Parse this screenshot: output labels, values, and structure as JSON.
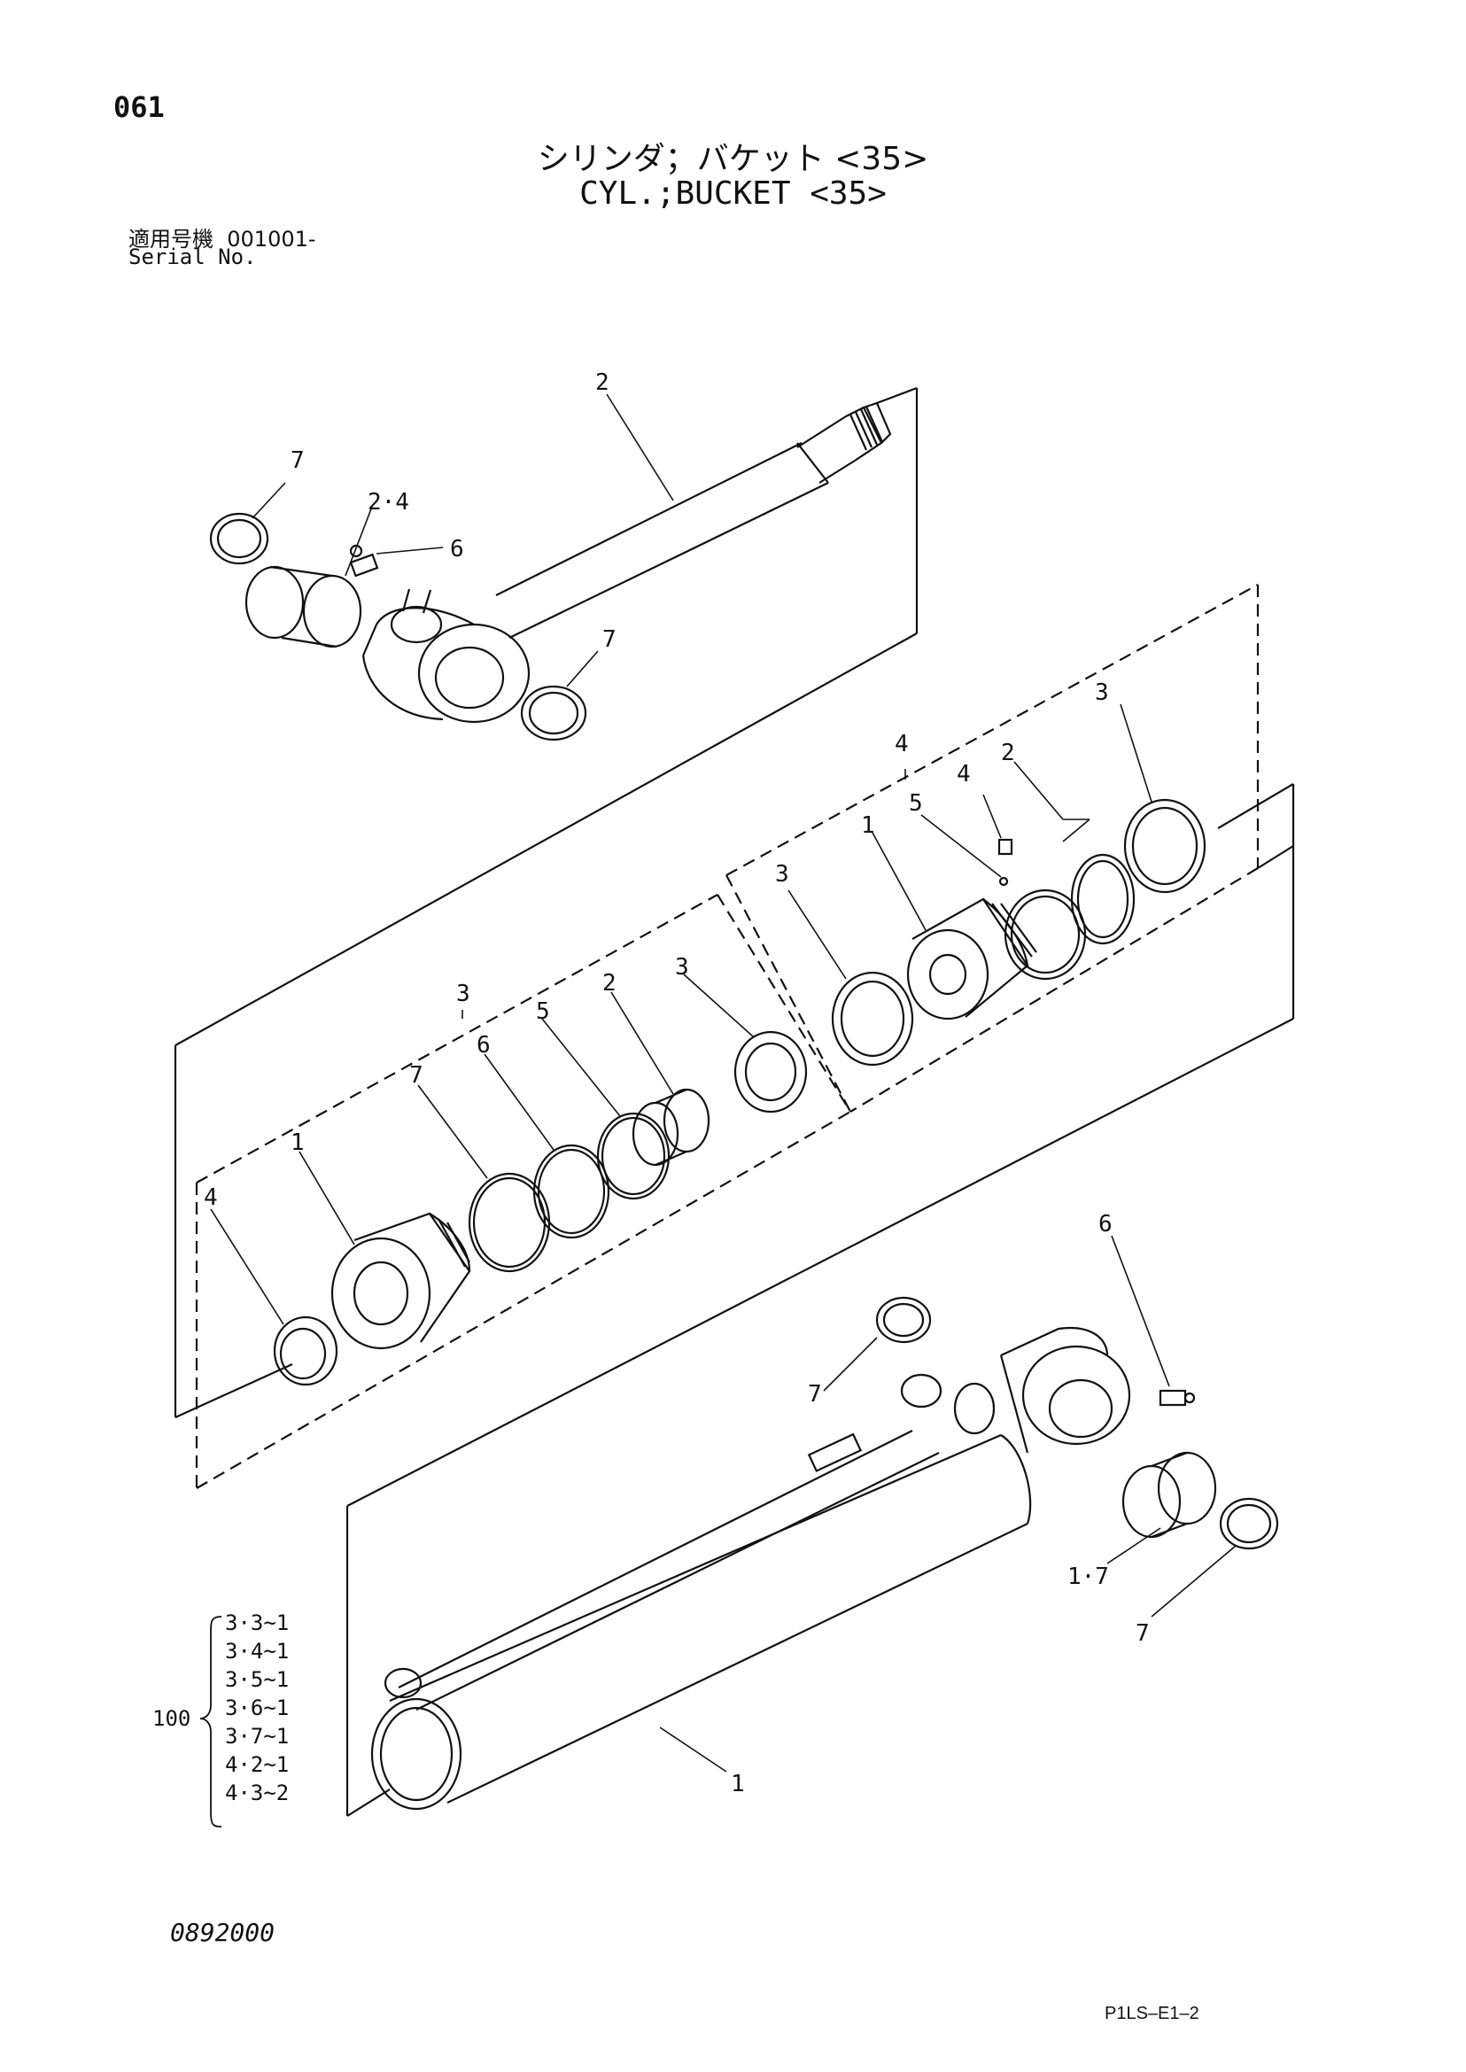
{
  "header": {
    "page_number": "061",
    "title_jp": "シリンダ；バケット <35>",
    "title_en": "CYL.;BUCKET <35>",
    "serial_label_jp": "適用号機",
    "serial_value": "001001-",
    "serial_label_en": "Serial No."
  },
  "callouts": {
    "rod": "2",
    "rod_seal_left": "7",
    "rod_bushing": "2·4",
    "rod_grease": "6",
    "rod_seal_right": "7",
    "piston_group": "4",
    "piston_nut": "4",
    "piston_ball": "5",
    "piston_rings": "2",
    "piston_wear_right": "3",
    "piston_body": "1",
    "piston_wear_left": "3",
    "head_group": "3",
    "head_seal": "3",
    "head_bushing": "2",
    "head_oring5": "5",
    "head_ring6": "6",
    "head_ring7": "7",
    "head_body": "1",
    "head_wiper": "4",
    "tube_grease": "6",
    "tube_seal_top": "7",
    "tube_bushing": "1·7",
    "tube_seal_right": "7",
    "tube": "1"
  },
  "kit": {
    "label": "100",
    "items": [
      "3·3~1",
      "3·4~1",
      "3·5~1",
      "3·6~1",
      "3·7~1",
      "4·2~1",
      "4·3~2"
    ]
  },
  "footer": {
    "doc_code": "0892000",
    "page_code": "P1LS–E1–2"
  }
}
